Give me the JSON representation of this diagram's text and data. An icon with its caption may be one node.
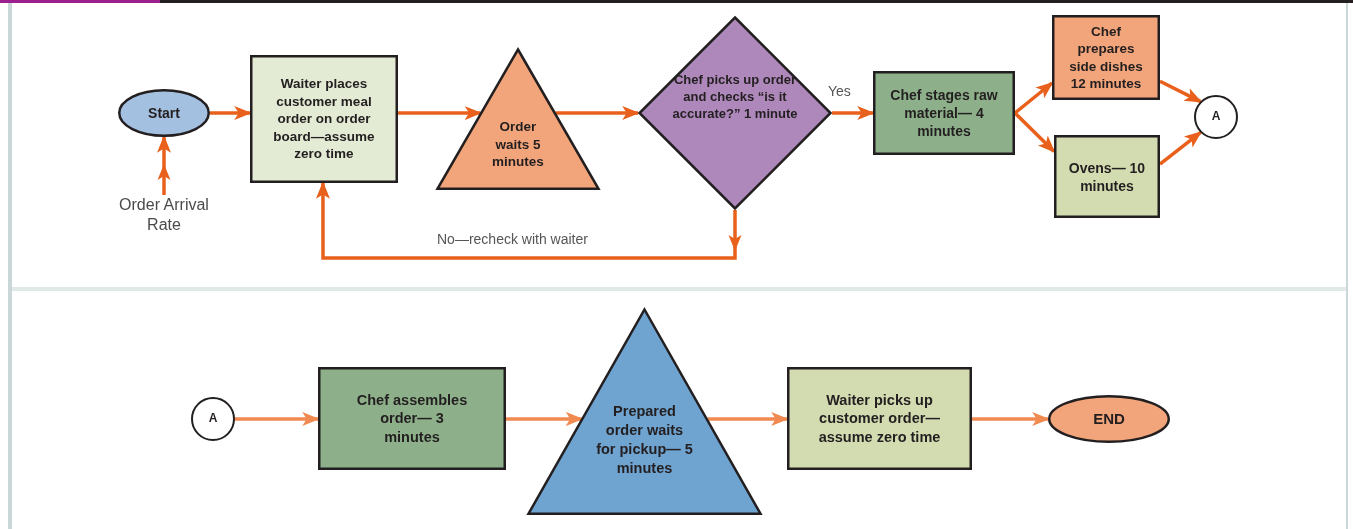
{
  "diagram": {
    "nodes": [
      {
        "text": [
          "Start"
        ]
      },
      {
        "text": [
          "Order Arrival Rate"
        ]
      },
      {
        "text": [
          "Waiter places customer meal order on order board—assume zero time"
        ]
      },
      {
        "text": [
          "Order waits 5 minutes"
        ]
      },
      {
        "text": [
          "Chef picks up order and checks “is it accurate?” 1 minute"
        ]
      },
      {
        "text": [
          "Chef stages raw material— 4 minutes"
        ]
      },
      {
        "text": [
          "Chef prepares side dishes 12 minutes"
        ]
      },
      {
        "text": [
          "Ovens— 10 minutes"
        ]
      },
      {
        "text": [
          "A"
        ]
      },
      {
        "text": [
          "A"
        ]
      },
      {
        "text": [
          "Chef assembles order— 3 minutes"
        ]
      },
      {
        "text": [
          "Prepared order waits for pickup— 5 minutes"
        ]
      },
      {
        "text": [
          "Waiter picks up customer order— assume zero time"
        ]
      },
      {
        "text": [
          "END"
        ]
      }
    ],
    "edges": [
      {
        "from": 1,
        "to": 0,
        "arrow": "to"
      },
      {
        "from": 0,
        "to": 2,
        "arrow": "to"
      },
      {
        "from": 2,
        "to": 3,
        "arrow": "to"
      },
      {
        "from": 3,
        "to": 4,
        "arrow": "to"
      },
      {
        "from": 4,
        "to": 5,
        "arrow": "to",
        "label": "Yes"
      },
      {
        "from": 4,
        "to": 2,
        "arrow": "to",
        "label": "No—recheck with waiter"
      },
      {
        "from": 5,
        "to": 6,
        "arrow": "to"
      },
      {
        "from": 5,
        "to": 7,
        "arrow": "to"
      },
      {
        "from": 6,
        "to": 8,
        "arrow": "to"
      },
      {
        "from": 7,
        "to": 8,
        "arrow": "to"
      },
      {
        "from": 9,
        "to": 10,
        "arrow": "to",
        "color": "#f08a50"
      },
      {
        "from": 10,
        "to": 11,
        "arrow": "to",
        "color": "#f08a50"
      },
      {
        "from": 11,
        "to": 12,
        "arrow": "to",
        "color": "#f08a50"
      },
      {
        "from": 12,
        "to": 13,
        "arrow": "to",
        "color": "#f08a50"
      }
    ]
  }
}
